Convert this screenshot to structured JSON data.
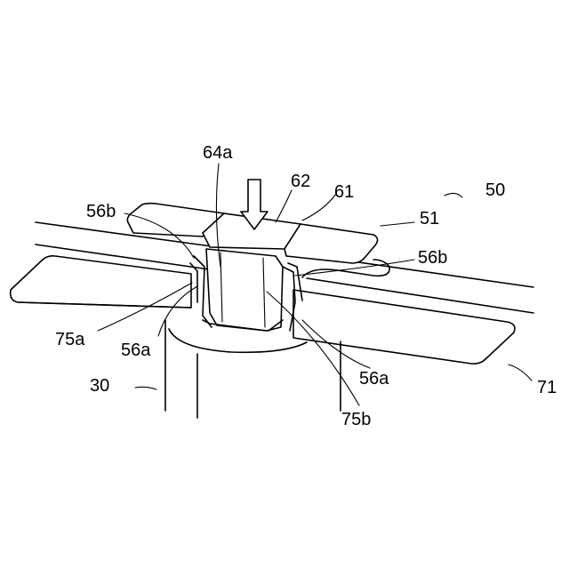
{
  "figure": {
    "labels": {
      "l50": "50",
      "l51": "51",
      "l61": "61",
      "l62": "62",
      "l64a": "64a",
      "l56b_left": "56b",
      "l56b_right": "56b",
      "l75a": "75a",
      "l56a_left": "56a",
      "l56a_right": "56a",
      "l30": "30",
      "l75b": "75b",
      "l71": "71"
    },
    "arrow": "press-arrow"
  }
}
